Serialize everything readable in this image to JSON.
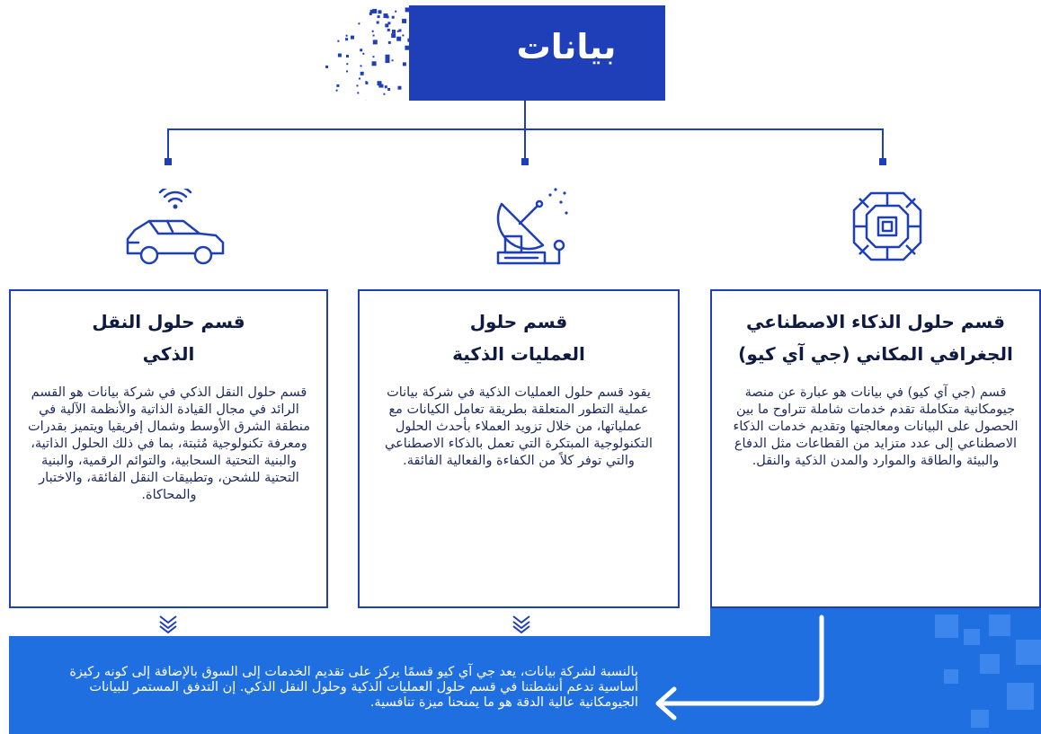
{
  "header": {
    "title": "بيانات"
  },
  "cards": [
    {
      "title_line1": "قسم حلول الذكاء الاصطناعي",
      "title_line2": "الجغرافي المكاني (جي آي كيو)",
      "body": "قسم (جي آي كيو) في بيانات هو عبارة عن منصة جيومكانية متكاملة تقدم خدمات شاملة تتراوح ما بين الحصول على البيانات ومعالجتها وتقديم خدمات الذكاء الاصطناعي إلى عدد متزايد من القطاعات مثل الدفاع والبيئة والطاقة والموارد والمدن الذكية والنقل.",
      "icon": "ai-chip-icon"
    },
    {
      "title_line1": "قسم حلول",
      "title_line2": "العمليات الذكية",
      "body": "يقود قسم حلول العمليات الذكية في شركة بيانات عملية التطور المتعلقة بطريقة تعامل الكيانات مع عملياتها، من خلال تزويد العملاء بأحدث الحلول التكنولوجية المبتكرة التي تعمل بالذكاء الاصطناعي والتي توفر كلاً من الكفاءة والفعالية الفائقة.",
      "icon": "satellite-dish-icon"
    },
    {
      "title_line1": "قسم حلول النقل",
      "title_line2": "الذكي",
      "body": "قسم حلول النقل الذكي في شركة بيانات هو القسم الرائد في مجال القيادة الذاتية والأنظمة الآلية في منطقة الشرق الأوسط وشمال إفريقيا ويتميز بقدرات ومعرفة تكنولوجية مُثبتة، بما في ذلك الحلول الذاتية، والبنية التحتية السحابية، والتوائم الرقمية، والبنية التحتية للشحن، وتطبيقات النقل الفائقة، والاختبار والمحاكاة.",
      "icon": "connected-car-icon"
    }
  ],
  "bottom": {
    "text": "بالنسبة لشركة بيانات، يعد جي آي كيو قسمًا يركز على تقديم الخدمات إلى السوق بالإضافة إلى كونه ركيزة أساسية تدعم أنشطتنا في قسم حلول العمليات الذكية وحلول النقل الذكي. إن التدفق المستمر للبيانات الجيومكانية عالية الدقة هو ما يمنحنا ميزة تنافسية."
  },
  "colors": {
    "primary": "#1f3fb8",
    "band": "#1f6fe0",
    "accent": "#3d86ee"
  }
}
